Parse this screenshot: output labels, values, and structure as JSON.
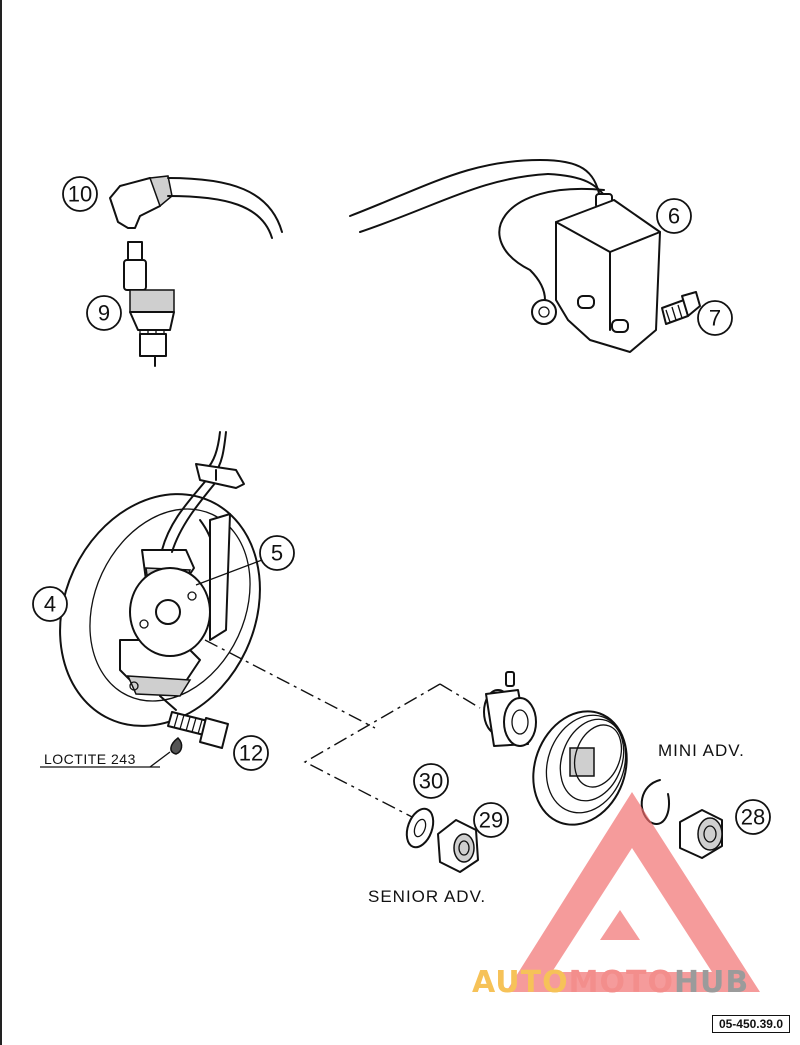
{
  "callouts": {
    "c10": "10",
    "c9": "9",
    "c6": "6",
    "c7": "7",
    "c5": "5",
    "c4": "4",
    "c12": "12",
    "c30": "30",
    "c29": "29",
    "c28": "28"
  },
  "labels": {
    "loctite": "LOCTITE 243",
    "mini_adv": "MINI ADV.",
    "senior_adv": "SENIOR ADV."
  },
  "watermark": {
    "part1": "AUTO",
    "part2": "MOTO",
    "part3": "HUB",
    "colors": {
      "auto": "#f5b83c",
      "moto": "#f27b78",
      "hub": "#8a8a8a",
      "triangle": "#f06d6d"
    }
  },
  "reference_code": "05-450.39.0"
}
